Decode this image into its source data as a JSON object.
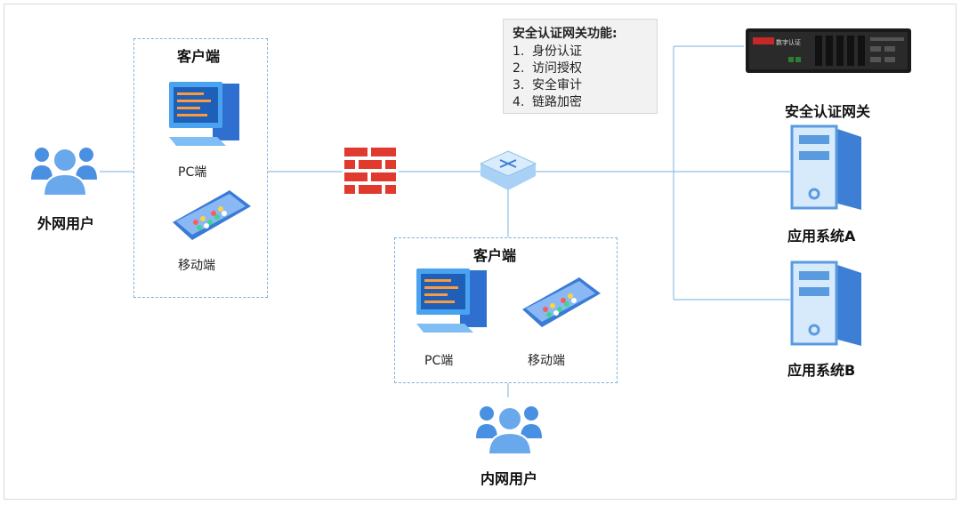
{
  "features": {
    "title": "安全认证网关功能:",
    "items": [
      {
        "num": "1.",
        "text": "身份认证"
      },
      {
        "num": "2.",
        "text": "访问授权"
      },
      {
        "num": "3.",
        "text": "安全审计"
      },
      {
        "num": "4.",
        "text": "链路加密"
      }
    ]
  },
  "external_group": {
    "title": "客户端",
    "pc_label": "PC端",
    "mobile_label": "移动端"
  },
  "external_users": {
    "label": "外网用户"
  },
  "internal_group": {
    "title": "客户端",
    "pc_label": "PC端",
    "mobile_label": "移动端"
  },
  "internal_users": {
    "label": "内网用户"
  },
  "gateway": {
    "label": "安全认证网关",
    "badge": "数字认证"
  },
  "app_a": {
    "label": "应用系统A"
  },
  "app_b": {
    "label": "应用系统B"
  },
  "colors": {
    "line": "#8fc0e6",
    "firewall": "#e03a2f",
    "accent": "#3d7fd4"
  }
}
